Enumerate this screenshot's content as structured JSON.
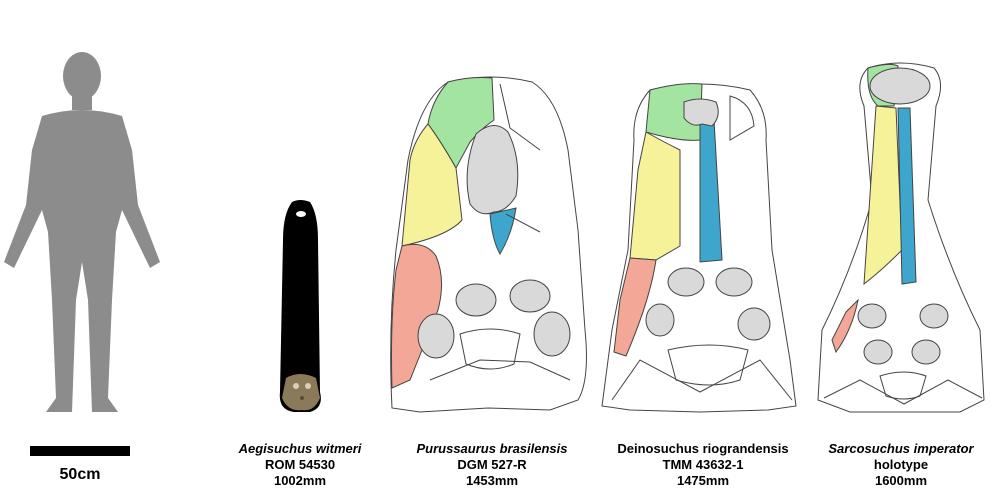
{
  "scale_bar": {
    "label": "50cm"
  },
  "specimens": [
    {
      "species": "Aegisuchus witmeri",
      "species_italic": true,
      "specimen": "ROM 54530",
      "length": "1002mm"
    },
    {
      "species": "Purussaurus brasilensis",
      "species_italic": true,
      "specimen": "DGM 527-R",
      "length": "1453mm"
    },
    {
      "species": "Deinosuchus riograndensis",
      "species_italic": false,
      "specimen": "TMM 43632-1",
      "length": "1475mm"
    },
    {
      "species": "Sarcosuchus imperator",
      "species_italic": true,
      "specimen": "holotype",
      "length": "1600mm"
    }
  ],
  "colors": {
    "human": "#8c8c8c",
    "green": "#a3e4a0",
    "yellow": "#f5f29a",
    "blue": "#3ea6cc",
    "salmon": "#f3a796",
    "fenestra": "#d9d9d9",
    "aegisuchus": "#000000",
    "fossil": "#8a7a5a"
  }
}
